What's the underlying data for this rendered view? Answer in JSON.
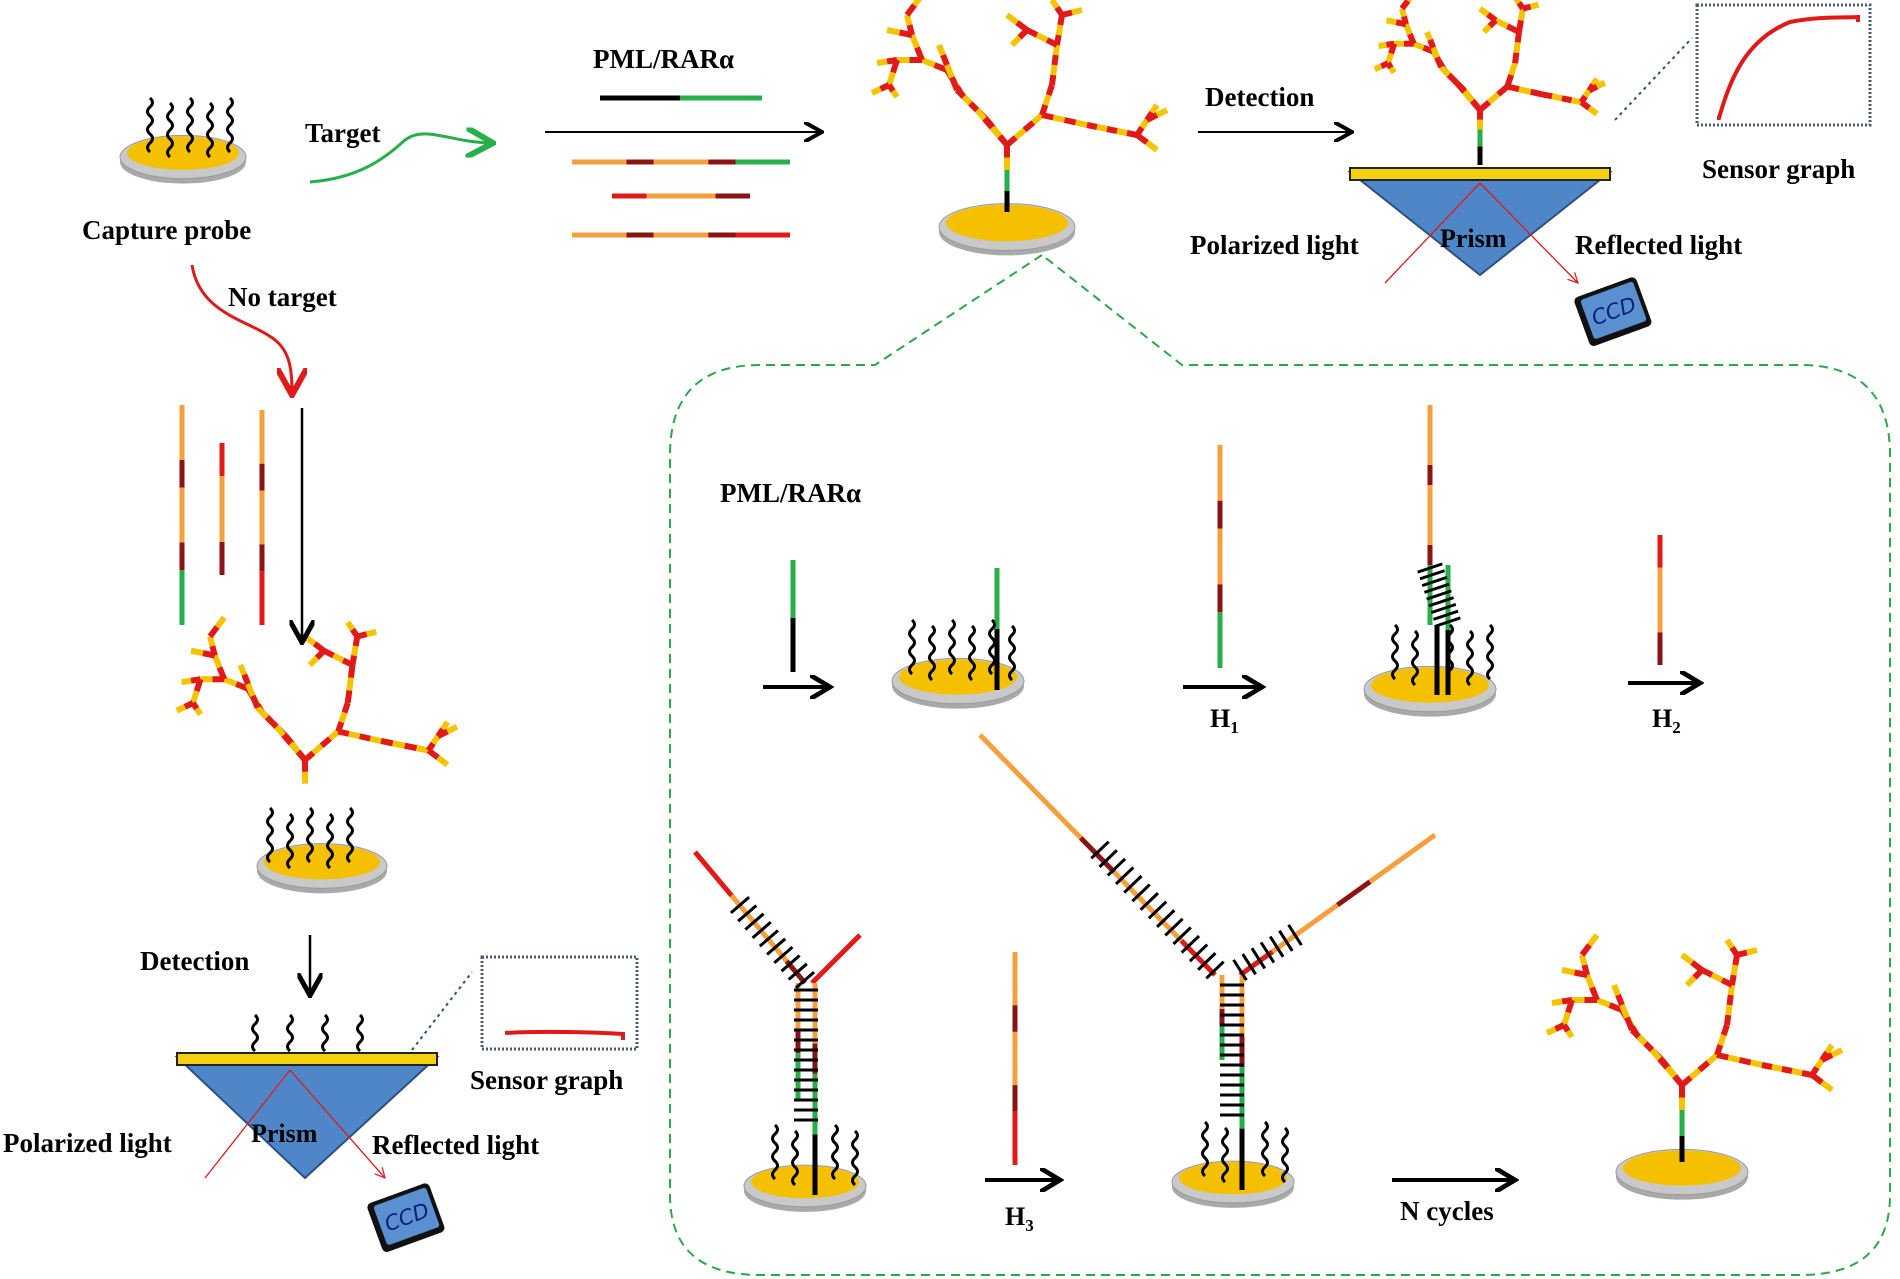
{
  "labels": {
    "capture_probe": "Capture probe",
    "target": "Target",
    "no_target": "No target",
    "pml_rara_top": "PML/RARα",
    "pml_rara_inset": "PML/RARα",
    "detection_top": "Detection",
    "detection_left": "Detection",
    "sensor_graph_top": "Sensor graph",
    "sensor_graph_bottom": "Sensor graph",
    "polarized_light_top": "Polarized light",
    "polarized_light_bottom": "Polarized light",
    "reflected_light_top": "Reflected light",
    "reflected_light_bottom": "Reflected light",
    "prism_top": "Prism",
    "prism_bottom": "Prism",
    "ccd_top": "CCD",
    "ccd_bottom": "CCD",
    "h1": "H",
    "h1_sub": "1",
    "h2": "H",
    "h2_sub": "2",
    "h3": "H",
    "h3_sub": "3",
    "n_cycles": "N  cycles"
  },
  "colors": {
    "orange": "#f5a03c",
    "dark_red": "#8c1313",
    "red": "#e01919",
    "green": "#27b04a",
    "gold": "#f5c000",
    "yellow": "#f3d10f",
    "prism_blue": "#4f86c8",
    "dashed_green": "#2aa84a",
    "disk_gray": "#c9c9c9"
  }
}
